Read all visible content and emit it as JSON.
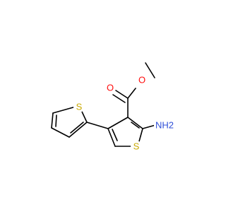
{
  "molecule": {
    "atoms": {
      "o_carbonyl": {
        "label": "O",
        "color": "#ff0d0d"
      },
      "o_ester": {
        "label": "O",
        "color": "#ff0d0d"
      },
      "s_thiophene_main": {
        "label": "S",
        "color": "#c8a800"
      },
      "s_thiophene_sub": {
        "label": "S",
        "color": "#c8a800"
      },
      "amino": {
        "label": "NH2",
        "color": "#2f4fd8"
      }
    }
  }
}
